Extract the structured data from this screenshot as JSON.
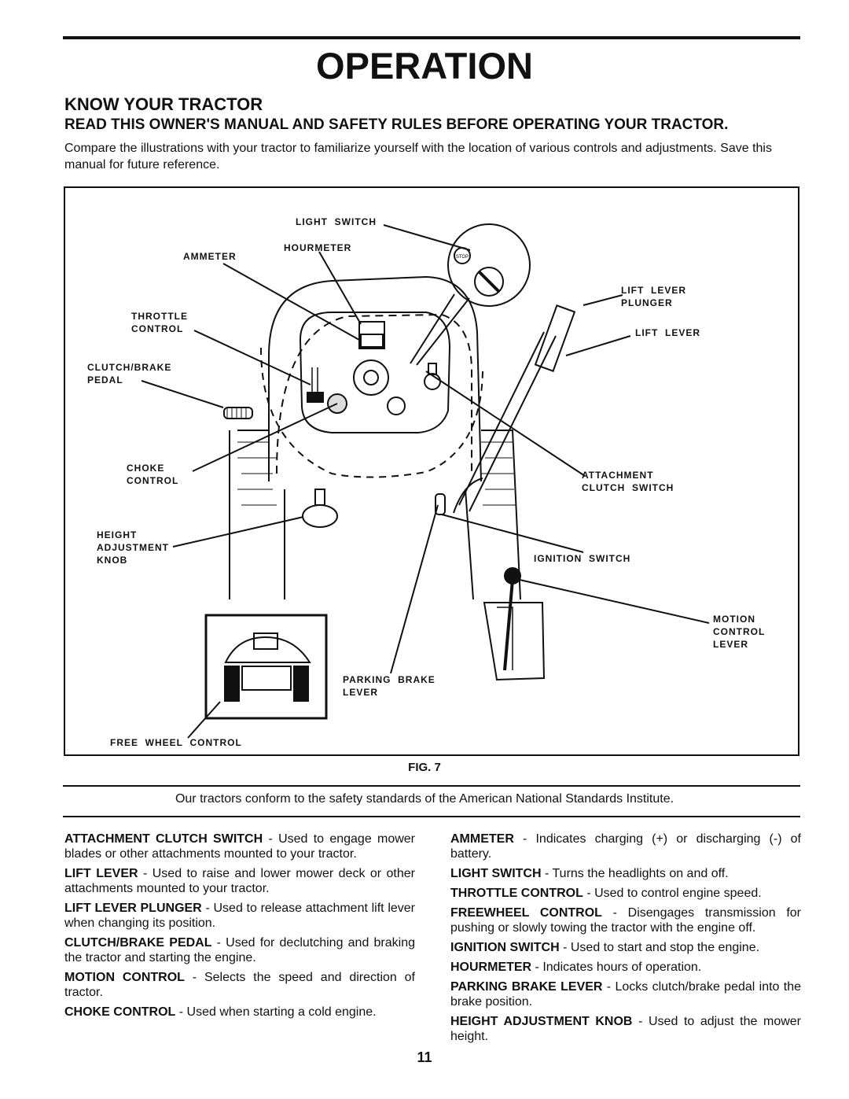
{
  "header": {
    "title": "OPERATION",
    "section": "KNOW YOUR TRACTOR",
    "subtitle": "READ THIS OWNER'S MANUAL AND SAFETY RULES BEFORE OPERATING YOUR TRACTOR.",
    "intro": "Compare the illustrations with your tractor to familiarize yourself with the location of various controls and adjustments. Save this manual for future reference."
  },
  "figure": {
    "caption": "FIG. 7",
    "labels": {
      "light_switch": "LIGHT  SWITCH",
      "hourmeter": "HOURMETER",
      "ammeter": "AMMETER",
      "throttle_control": "THROTTLE\nCONTROL",
      "clutch_brake_pedal": "CLUTCH/BRAKE\nPEDAL",
      "choke_control": "CHOKE\nCONTROL",
      "height_adjustment_knob": "HEIGHT\nADJUSTMENT\nKNOB",
      "free_wheel_control": "FREE  WHEEL  CONTROL",
      "lift_lever_plunger": "LIFT  LEVER\nPLUNGER",
      "lift_lever": "LIFT  LEVER",
      "attachment_clutch_switch": "ATTACHMENT\nCLUTCH  SWITCH",
      "ignition_switch": "IGNITION  SWITCH",
      "motion_control_lever": "MOTION\nCONTROL\nLEVER",
      "parking_brake_lever": "PARKING  BRAKE\nLEVER",
      "stop": "STOP"
    }
  },
  "standards_note": "Our tractors conform to the safety standards of the American National Standards Institute.",
  "left_column": [
    {
      "term": "ATTACHMENT CLUTCH SWITCH",
      "sep": " - ",
      "desc": "Used to engage mower blades or other attachments mounted to your tractor."
    },
    {
      "term": "LIFT LEVER",
      "sep": " - ",
      "desc": "Used to raise and lower mower deck or other attachments mounted to your tractor."
    },
    {
      "term": "LIFT LEVER PLUNGER",
      "sep": " - ",
      "desc": "Used to release attachment lift lever when changing its position."
    },
    {
      "term": "CLUTCH/BRAKE PEDAL",
      "sep": " - ",
      "desc": "Used for declutching and braking the tractor and starting the engine."
    },
    {
      "term": "MOTION CONTROL",
      "sep": " - ",
      "desc": "Selects the speed and direction of tractor."
    },
    {
      "term": "CHOKE CONTROL",
      "sep": " - ",
      "desc": "Used when starting a cold engine."
    }
  ],
  "right_column": [
    {
      "term": "AMMETER",
      "sep": " - ",
      "desc": "Indicates charging (+) or discharging (-) of battery."
    },
    {
      "term": "LIGHT SWITCH",
      "sep": " - ",
      "desc": "Turns  the headlights on and off."
    },
    {
      "term": "THROTTLE CONTROL",
      "sep": " - ",
      "desc": "Used to control engine speed."
    },
    {
      "term": "FREEWHEEL CONTROL",
      "sep": " - ",
      "desc": "Disengages transmission for pushing or slowly towing the tractor with the engine off."
    },
    {
      "term": "IGNITION SWITCH",
      "sep": " - ",
      "desc": "Used to start and stop the engine."
    },
    {
      "term": "HOURMETER",
      "sep": " - ",
      "desc": "Indicates hours of operation."
    },
    {
      "term": "PARKING BRAKE LEVER",
      "sep": " - ",
      "desc": "Locks clutch/brake pedal into the brake position."
    },
    {
      "term": "HEIGHT ADJUSTMENT KNOB",
      "sep": " - ",
      "desc": "Used to adjust the mower height."
    }
  ],
  "page_number": "11"
}
